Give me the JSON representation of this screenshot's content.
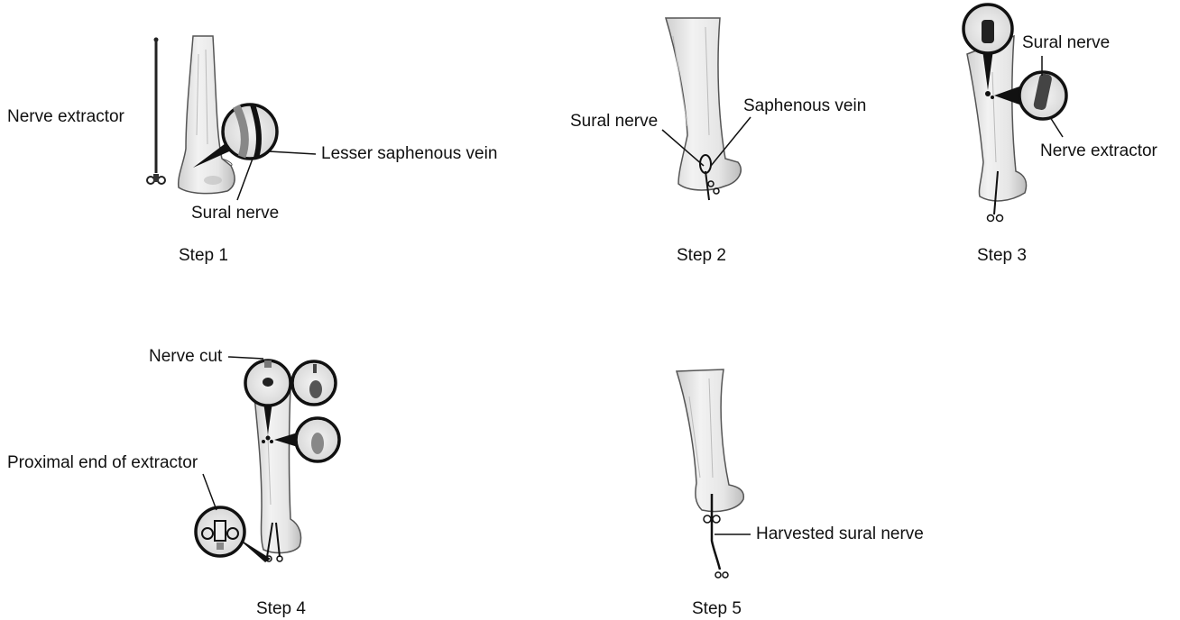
{
  "steps": [
    {
      "title": "Step 1",
      "labels": {
        "nerve_extractor": "Nerve extractor",
        "lesser_saphenous_vein": "Lesser saphenous vein",
        "sural_nerve": "Sural nerve"
      }
    },
    {
      "title": "Step 2",
      "labels": {
        "sural_nerve": "Sural nerve",
        "saphenous_vein": "Saphenous vein"
      }
    },
    {
      "title": "Step 3",
      "labels": {
        "sural_nerve": "Sural nerve",
        "nerve_extractor": "Nerve extractor"
      }
    },
    {
      "title": "Step 4",
      "labels": {
        "nerve_cut": "Nerve cut",
        "proximal_end": "Proximal end of extractor"
      }
    },
    {
      "title": "Step 5",
      "labels": {
        "harvested_sural_nerve": "Harvested sural nerve"
      }
    }
  ]
}
